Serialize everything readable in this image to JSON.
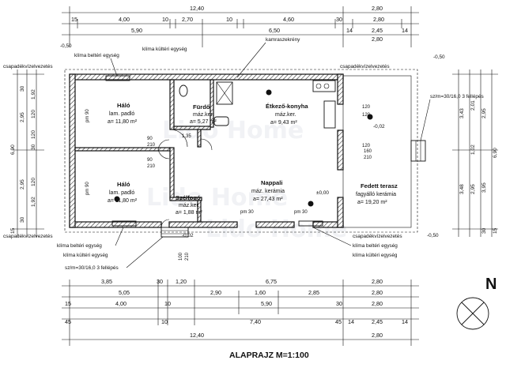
{
  "title": "ALAPRAJZ M=1:100",
  "watermark": "Lido Home",
  "north_label": "N",
  "rooms": {
    "halo1": {
      "name": "Háló",
      "floor": "lam. padló",
      "area": "a= 11,80 m²"
    },
    "halo2": {
      "name": "Háló",
      "floor": "lam. padló",
      "area": "a= 11,80 m²"
    },
    "furdo": {
      "name": "Fürdő",
      "floor": "máz.ker.",
      "area": "a= 5,27 m²"
    },
    "etkezo": {
      "name": "Étkező-konyha",
      "floor": "máz.ker.",
      "area": "a= 9,43 m²"
    },
    "nappali": {
      "name": "Nappali",
      "floor": "máz. kerámia",
      "area": "a= 27,43 m²"
    },
    "szelfogo": {
      "name": "Szélfogó",
      "floor": "máz.ker.",
      "area": "a= 1,88 m²"
    },
    "terasz": {
      "name": "Fedett terasz",
      "floor": "fagyálló kerámia",
      "area": "a= 19,20 m²"
    }
  },
  "notes": {
    "kamraszekreny": "kamraszekrény",
    "klima_kulteri_top": "klíma kültéri egység",
    "klima_belteri_top": "klíma beltéri egység",
    "csapadek_tl": "csapadékvízelvezetés",
    "csapadek_tr": "csapadékvízelvezetés",
    "csapadek_bl": "csapadékvízelvezetés",
    "csapadek_br": "csapadékvízelvezetés",
    "klima_belteri_bl": "klíma beltéri egység",
    "klima_kulteri_bl": "klíma kültéri egység",
    "klima_belteri_br": "klíma beltéri egység",
    "klima_kulteri_br": "klíma kültéri egység",
    "stairs_bottom": "sz/m=30/16,0 3 fellépés",
    "stairs_right": "sz/m=30/16,0 3 fellépés",
    "level_terasz": "-0,02",
    "level_nappali": "±0,00",
    "level_tl": "-0,50",
    "level_tr": "-0,50",
    "level_br": "-0,50",
    "level_b": "-0,02"
  },
  "dims_top": {
    "row1": [
      "12,40",
      "2,80"
    ],
    "row2": [
      "15",
      "4,00",
      "10",
      "2,70",
      "10",
      "4,60",
      "30",
      "2,80"
    ],
    "row2b": [
      "14",
      "2,45",
      "14"
    ],
    "row3": [
      "5,90",
      "6,50",
      "2,80"
    ]
  },
  "dims_bottom": {
    "row1": [
      "3,85",
      "30",
      "1,20",
      "6,75",
      "2,80"
    ],
    "row2": [
      "5,05",
      "2,90",
      "1,60",
      "2,85",
      "2,80"
    ],
    "row3": [
      "15",
      "4,00",
      "10",
      "5,90",
      "30",
      "2,80"
    ],
    "row3b": [
      "45",
      "10",
      "7,40",
      "45",
      "14",
      "2,45",
      "14"
    ],
    "row4": [
      "12,40",
      "2,80"
    ]
  },
  "dims_left": [
    "30",
    "1,92",
    "120",
    "2,95",
    "120",
    "30",
    "6,90",
    "2,95",
    "120",
    "1,92",
    "30",
    "15"
  ],
  "dims_right": [
    "3,43",
    "2,01",
    "1,02",
    "3,48",
    "2,95",
    "3,95",
    "6,90",
    "2,95",
    "15",
    "30"
  ],
  "openings": [
    "90",
    "210",
    "90",
    "210",
    "1,35",
    "pm 90",
    "pm 90",
    "120",
    "120",
    "120",
    "160",
    "210",
    "pm 30",
    "pm 30",
    "100",
    "210"
  ]
}
